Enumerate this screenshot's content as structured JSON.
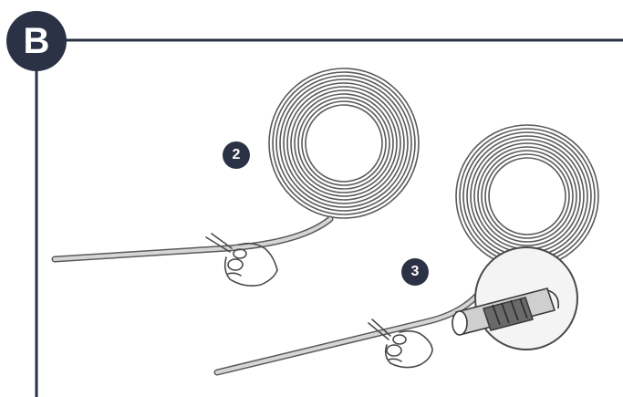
{
  "section": {
    "label": "B"
  },
  "steps": [
    {
      "number": "2"
    },
    {
      "number": "3"
    }
  ],
  "colors": {
    "frame": "#2b3245",
    "badge_fill": "#2b3245",
    "badge_text": "#ffffff",
    "hose_stroke": "#5a5a5a",
    "hose_fill": "#d6d6d6",
    "line_art": "#4a4a4a",
    "magnifier_fill": "#f4f4f4"
  },
  "icons": [
    "hose-coil-icon",
    "scissors-icon",
    "hand-icon",
    "magnifier-icon",
    "hose-connector-icon"
  ]
}
